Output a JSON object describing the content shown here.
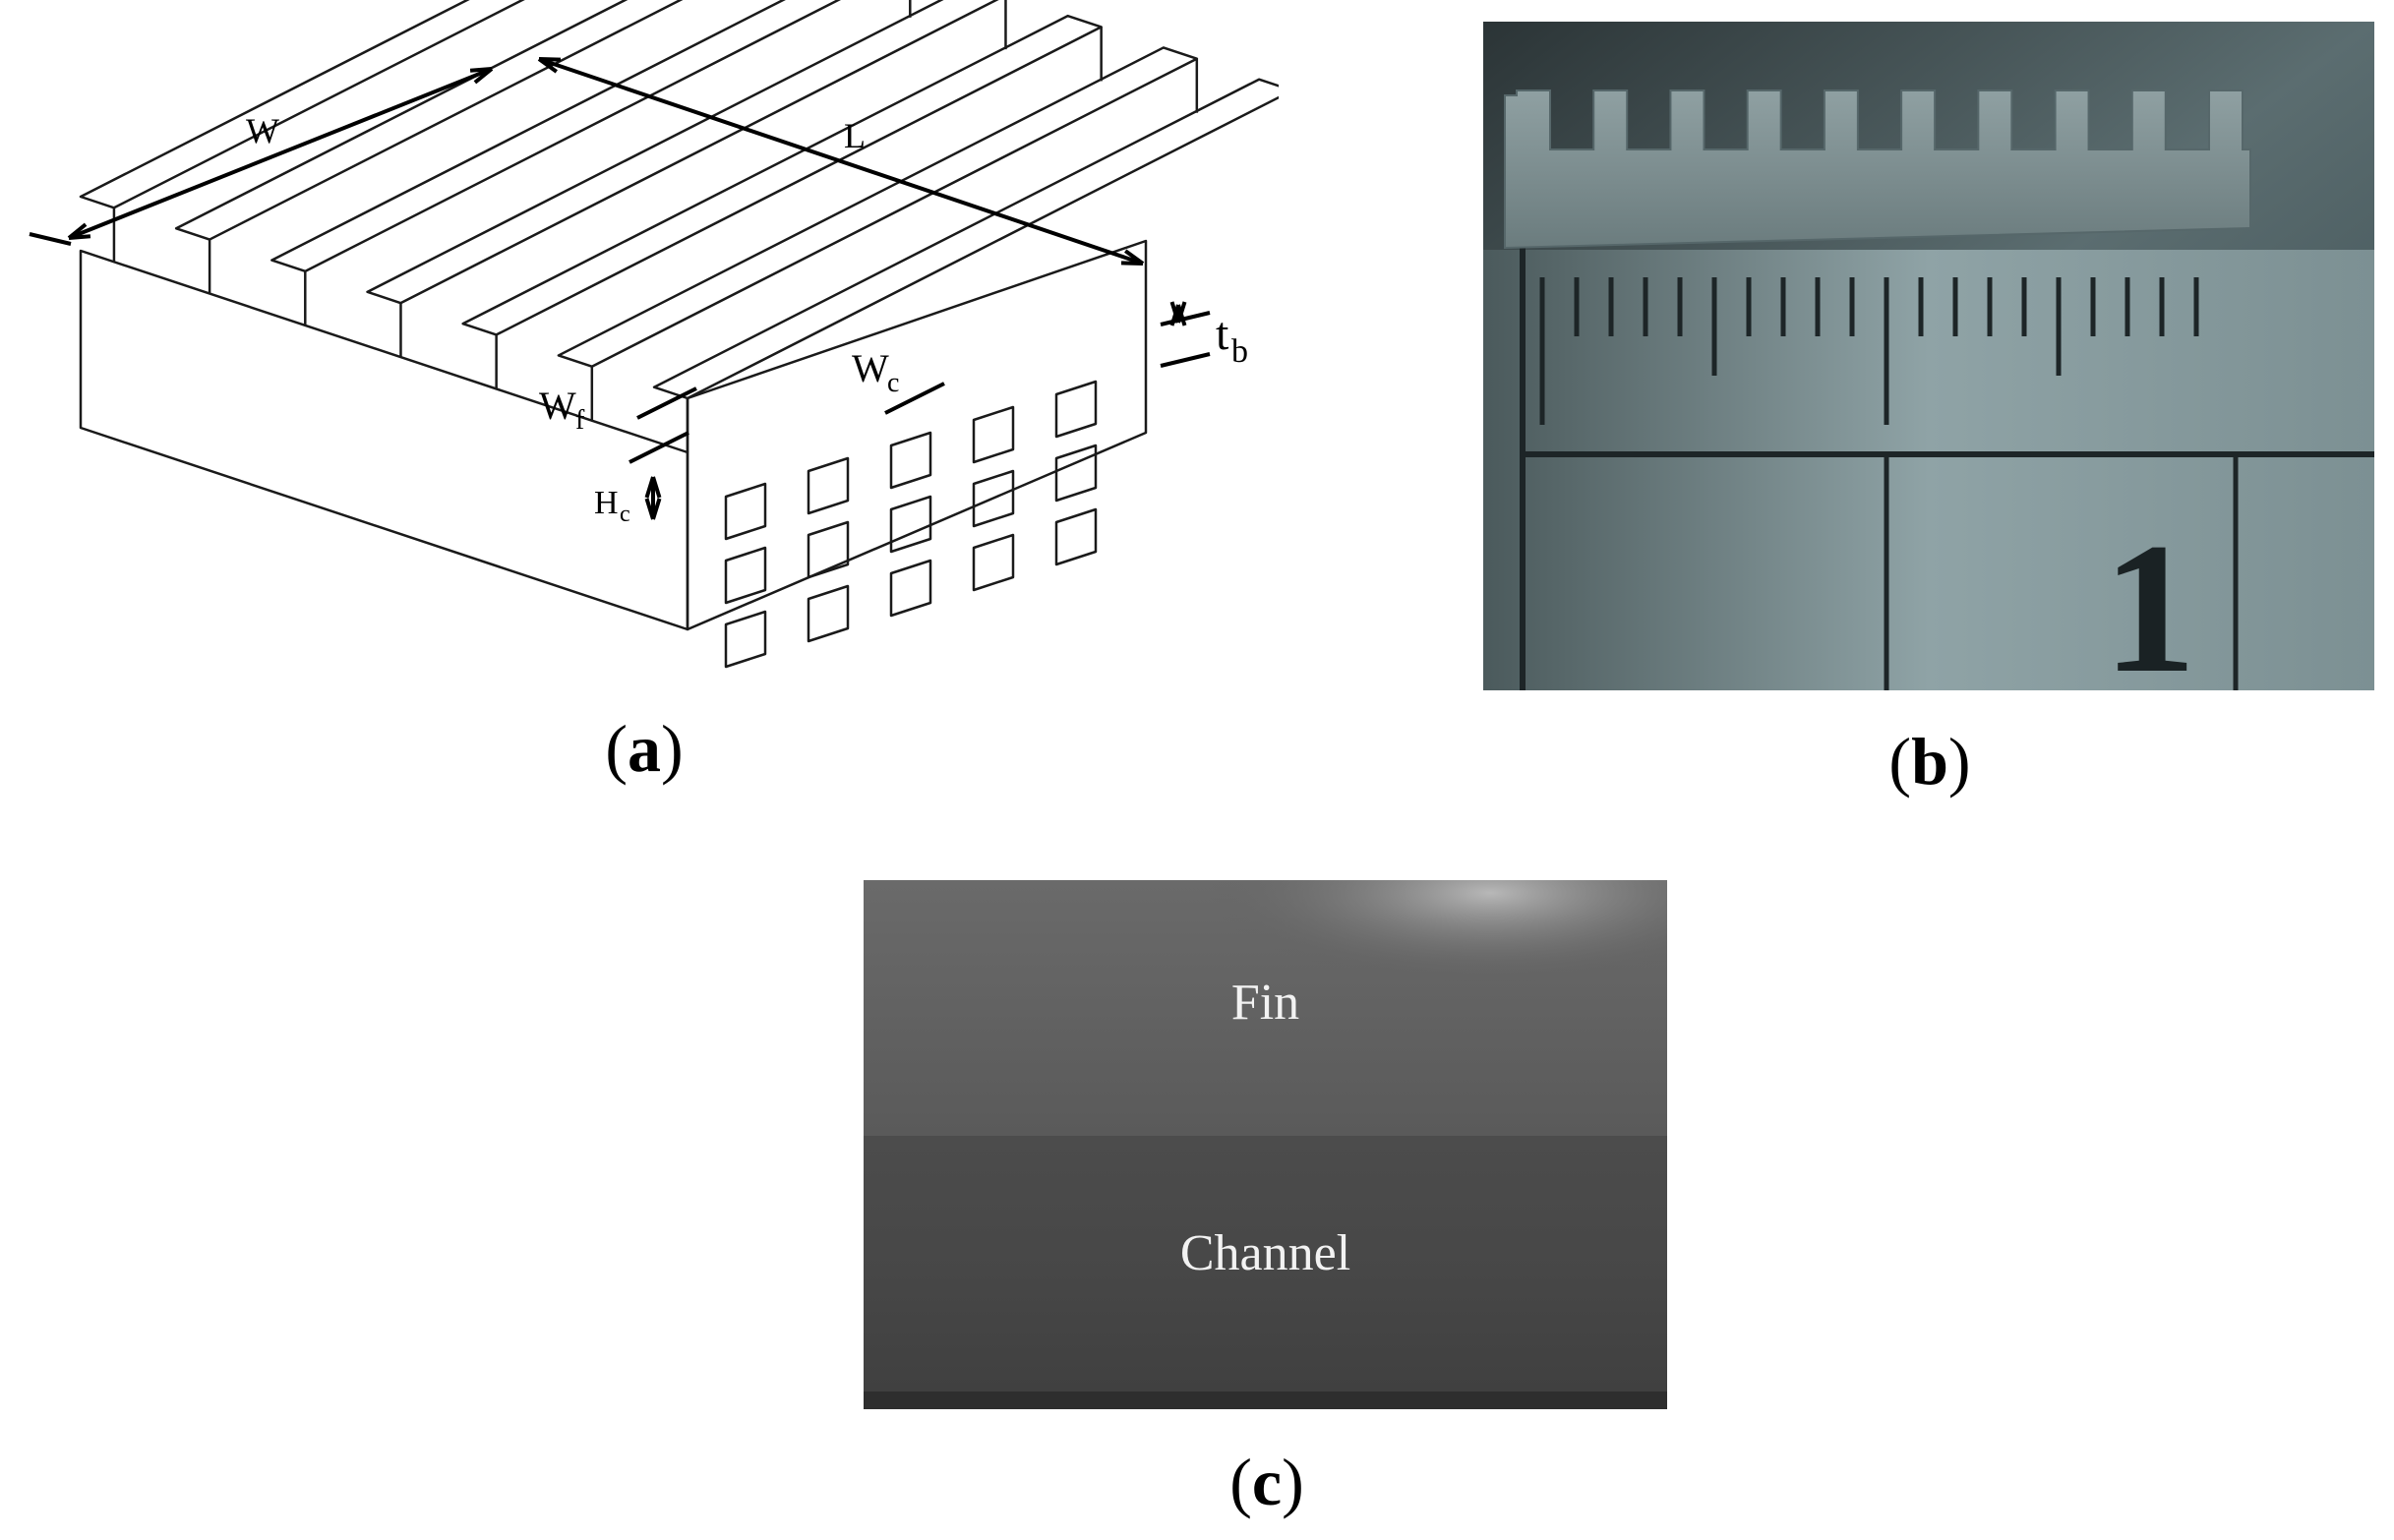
{
  "panel_a": {
    "labels": {
      "W": "W",
      "L": "L",
      "tb_main": "t",
      "tb_sub": "b",
      "wc_main": "W",
      "wc_sub": "c",
      "wf_main": "W",
      "wf_sub": "f",
      "hc_main": "H",
      "hc_sub": "c"
    },
    "caption": {
      "open": "(",
      "letter": "a",
      "close": ")"
    }
  },
  "panel_b": {
    "ruler_number": "1",
    "caption": {
      "open": "(",
      "letter": "b",
      "close": ")"
    }
  },
  "panel_c": {
    "fin_label": "Fin",
    "channel_label": "Channel",
    "caption": {
      "open": "(",
      "letter": "c",
      "close": ")"
    }
  }
}
